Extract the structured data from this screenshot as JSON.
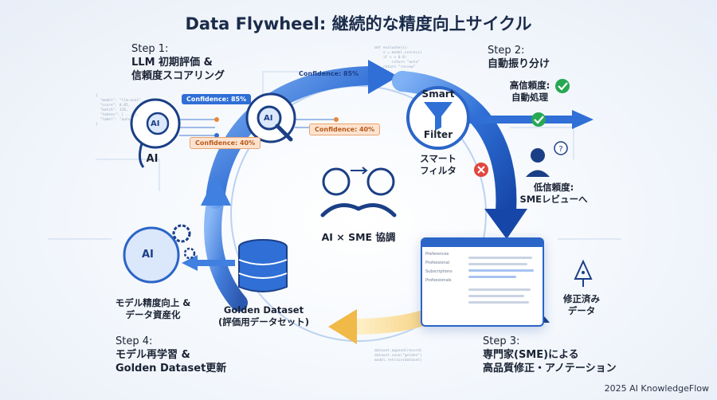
{
  "title": "Data Flywheel: 継続的な精度向上サイクル",
  "step1": {
    "head": "Step 1:",
    "line1": "LLM 初期評価 &",
    "line2": "信頼度スコアリング"
  },
  "step2": {
    "head": "Step 2:",
    "line1": "自動振り分け"
  },
  "step3": {
    "head": "Step 3:",
    "line1": "専門家(SME)による",
    "line2": "高品質修正・アノテーション"
  },
  "step4": {
    "head": "Step 4:",
    "line1": "モデル再学習 &",
    "line2": "Golden Dataset更新"
  },
  "ai_label": "AI",
  "ai_badge": "AI",
  "confidence": {
    "c85": "Confidence: 85%",
    "c40": "Confidence: 40%"
  },
  "filter": {
    "line1": "Smart",
    "line2": "Filter",
    "caption1": "スマート",
    "caption2": "フィルタ"
  },
  "high": {
    "line1": "高信頼度:",
    "line2": "自動処理"
  },
  "low": {
    "line1": "低信頼度:",
    "line2": "SMEレビューへ"
  },
  "center": "AI × SME 協調",
  "corrected": {
    "line1": "修正済み",
    "line2": "データ"
  },
  "golden": {
    "line1": "Golden Dataset",
    "line2": "(評価用データセット)"
  },
  "model_up": {
    "line1": "モデル精度向上 &",
    "line2": "データ資産化"
  },
  "panel_side": [
    "Preferences",
    "Professional",
    "Subscriptions",
    "Professionals"
  ],
  "footer": "2025 AI KnowledgeFlow",
  "colors": {
    "ring": "#2f6fd6",
    "ring_dark": "#1647a8",
    "gold": "#f0b948",
    "check": "#27a853",
    "cross": "#e0473f"
  }
}
